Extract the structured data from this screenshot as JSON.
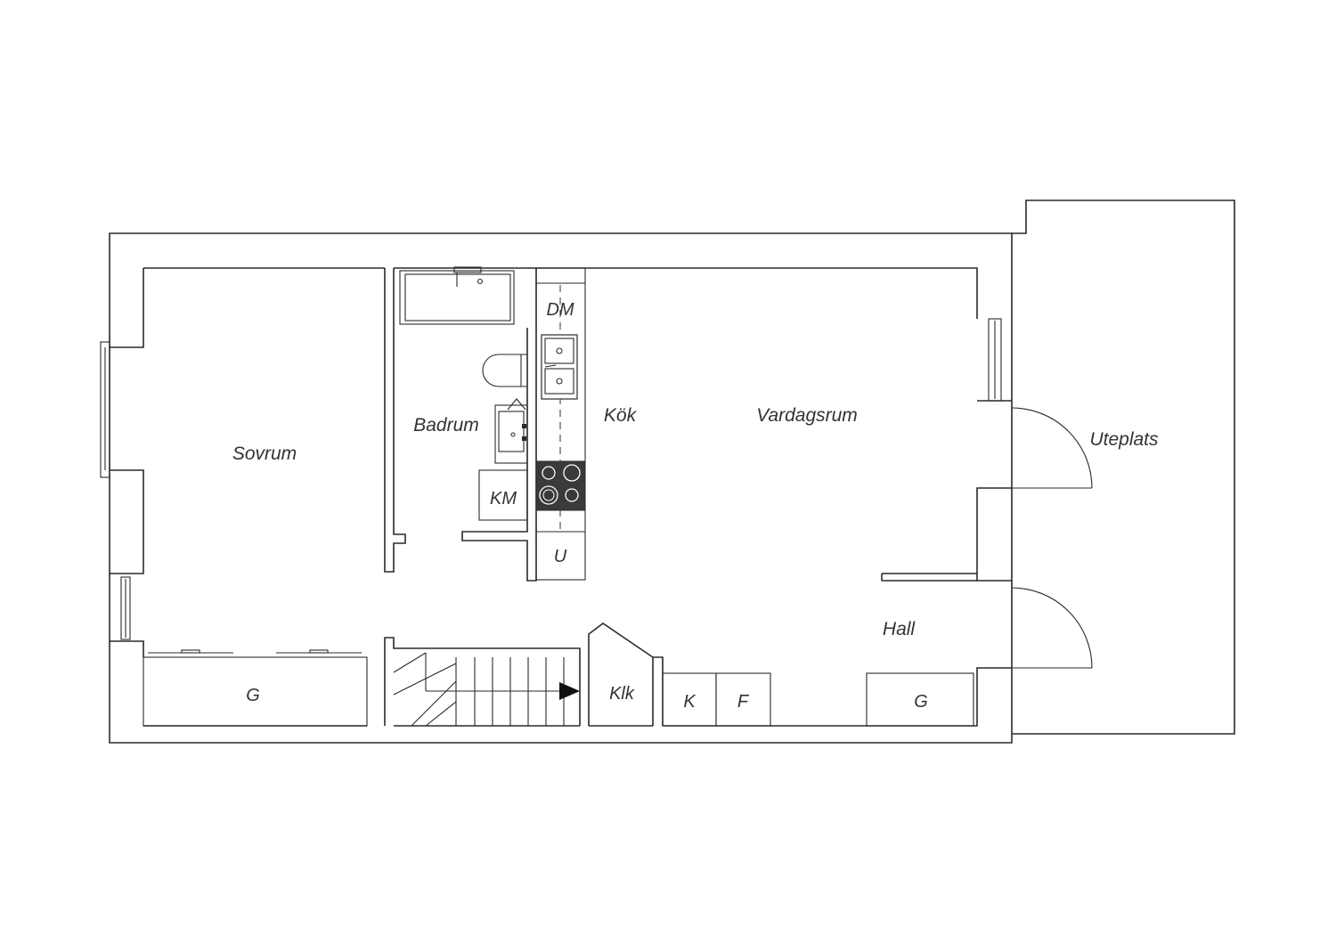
{
  "rooms": {
    "sovrum": "Sovrum",
    "badrum": "Badrum",
    "kok": "Kök",
    "vardagsrum": "Vardagsrum",
    "uteplats": "Uteplats",
    "hall": "Hall",
    "klk": "Klk"
  },
  "fixtures": {
    "dm": "DM",
    "km": "KM",
    "u": "U",
    "g_bedroom": "G",
    "g_hall": "G",
    "k": "K",
    "f": "F"
  },
  "colors": {
    "line": "#2a2a2a",
    "text": "#333333",
    "stove": "#3a3a3a"
  }
}
